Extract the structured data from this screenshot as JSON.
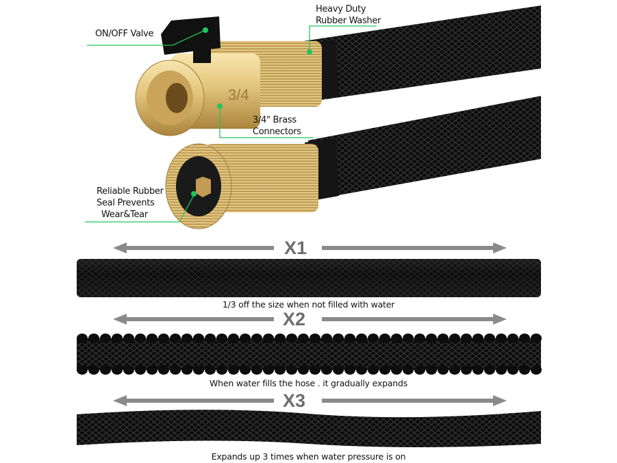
{
  "labels": {
    "valve": "ON/OFF Valve",
    "washer_line1": "Heavy Duty",
    "washer_line2": "Rubber Washer",
    "brass_line1": "3/4\" Brass",
    "brass_line2": "Connectors",
    "seal_line1": "Reliable Rubber",
    "seal_line2": "Seal Prevents",
    "seal_line3": "Wear&Tear",
    "fitting_mark": "3/4"
  },
  "stages": [
    {
      "multiplier": "X1",
      "caption": "1/3 off the size when not filled with water"
    },
    {
      "multiplier": "X2",
      "caption": "When water fills the hose . it gradually expands"
    },
    {
      "multiplier": "X3",
      "caption": "Expands up 3 times when water pressure is on"
    }
  ],
  "colors": {
    "callout": "#22c55e",
    "brass": "#e2c47a",
    "hose": "#111111",
    "arrow": "#8a8a8a"
  }
}
